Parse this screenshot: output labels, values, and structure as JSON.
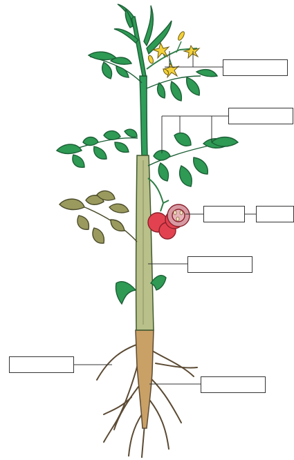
{
  "diagram": {
    "subject": "tomato plant",
    "colors": {
      "stem_green": "#2f9e5b",
      "stem_lower": "#b9c08a",
      "leaf_green": "#2e9a54",
      "leaf_outline": "#1b5e35",
      "old_leaf": "#9a9a5e",
      "flower": "#f4d13a",
      "fruit": "#e2424f",
      "root": "#c9a066",
      "root_dark": "#5b4a33",
      "line": "#333333"
    },
    "labels": [
      {
        "id": "flower",
        "text": ""
      },
      {
        "id": "leaf",
        "text": ""
      },
      {
        "id": "fruit",
        "text": ""
      },
      {
        "id": "seed",
        "text": ""
      },
      {
        "id": "stem",
        "text": ""
      },
      {
        "id": "lateral-root",
        "text": ""
      },
      {
        "id": "tap-root",
        "text": ""
      }
    ]
  }
}
